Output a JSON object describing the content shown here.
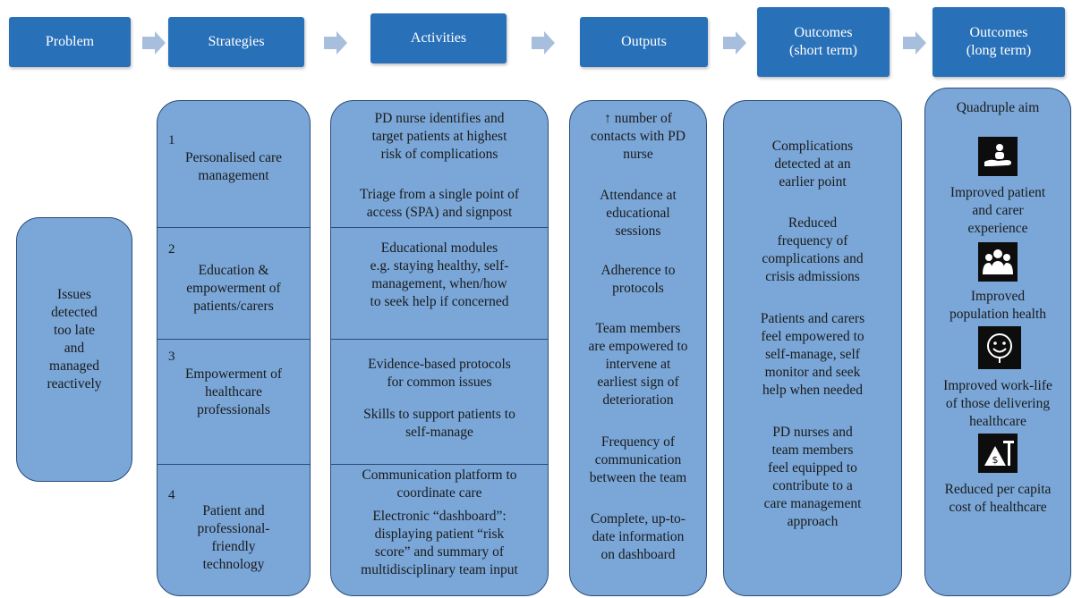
{
  "headers": {
    "problem": "Problem",
    "strategies": "Strategies",
    "activities": "Activities",
    "outputs": "Outputs",
    "outcomes_short": "Outcomes\n(short term)",
    "outcomes_long": "Outcomes\n(long term)"
  },
  "problem": {
    "text": "Issues\ndetected\ntoo late\nand\nmanaged\nreactively"
  },
  "strategies": [
    {
      "num": "1",
      "text": "Personalised care\nmanagement"
    },
    {
      "num": "2",
      "text": "Education &\nempowerment of\npatients/carers"
    },
    {
      "num": "3",
      "text": "Empowerment of\nhealthcare\nprofessionals"
    },
    {
      "num": "4",
      "text": "Patient and\nprofessional-\nfriendly\ntechnology"
    }
  ],
  "activities": [
    {
      "a": "PD nurse identifies and\ntarget patients at highest\nrisk of complications",
      "b": "Triage from a single point of\naccess (SPA) and signpost"
    },
    {
      "a": "Educational modules\ne.g. staying healthy, self-\nmanagement, when/how\nto seek help if concerned"
    },
    {
      "a": "Evidence-based protocols\nfor common issues",
      "b": "Skills to support patients to\nself-manage"
    },
    {
      "a": "Communication platform to\ncoordinate care",
      "b": "Electronic “dashboard”:\ndisplaying patient “risk\nscore” and summary of\nmultidisciplinary team input"
    }
  ],
  "outputs": [
    "↑ number of\ncontacts with PD\nnurse",
    "Attendance at\neducational\nsessions",
    "Adherence to\nprotocols",
    "Team members\nare empowered to\nintervene at\nearliest sign of\ndeterioration",
    "Frequency of\ncommunication\nbetween the team",
    "Complete, up-to-\ndate information\non dashboard"
  ],
  "outcomes_short": [
    "Complications\ndetected at an\nearlier point",
    "Reduced\nfrequency of\ncomplications and\ncrisis admissions",
    "Patients and carers\nfeel empowered to\nself-manage, self\nmonitor and seek\nhelp when needed",
    "PD nurses and\nteam members\nfeel equipped to\ncontribute to a\ncare management\napproach"
  ],
  "outcomes_long": {
    "title": "Quadruple aim",
    "items": [
      {
        "icon": "hand-care-icon",
        "text": "Improved patient\nand carer\nexperience"
      },
      {
        "icon": "people-group-icon",
        "text": "Improved\npopulation health"
      },
      {
        "icon": "smiley-stethoscope-icon",
        "text": "Improved work-life\nof those delivering\nhealthcare"
      },
      {
        "icon": "money-scale-icon",
        "text": "Reduced per capita\ncost of healthcare"
      }
    ]
  },
  "colors": {
    "header_fill": "#2870b8",
    "box_fill": "#7aa7d8",
    "box_border": "#2a4c78",
    "arrow_fill": "#a7bfdc"
  }
}
